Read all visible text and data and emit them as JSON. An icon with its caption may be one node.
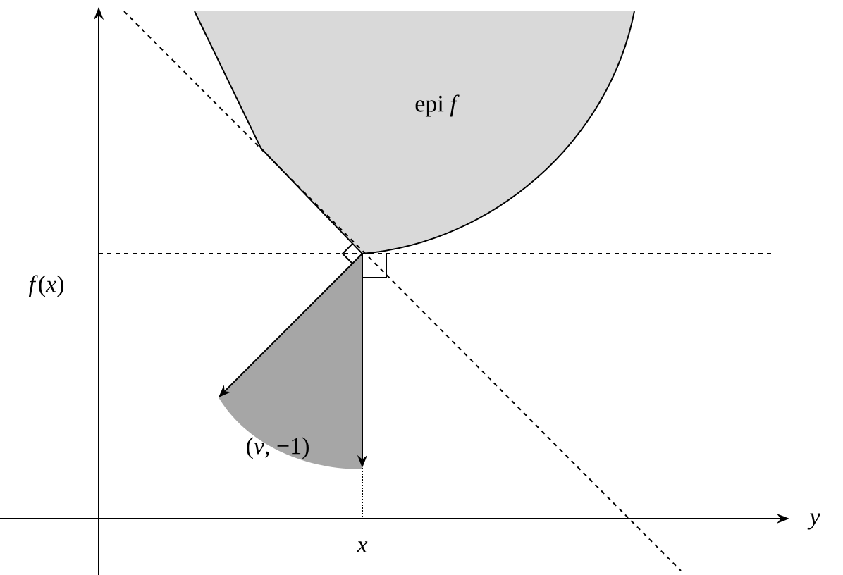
{
  "diagram": {
    "labels": [
      "epi *f*",
      "*f*(*x*)",
      "(*v*, −1)",
      "x",
      "y"
    ]
  }
}
